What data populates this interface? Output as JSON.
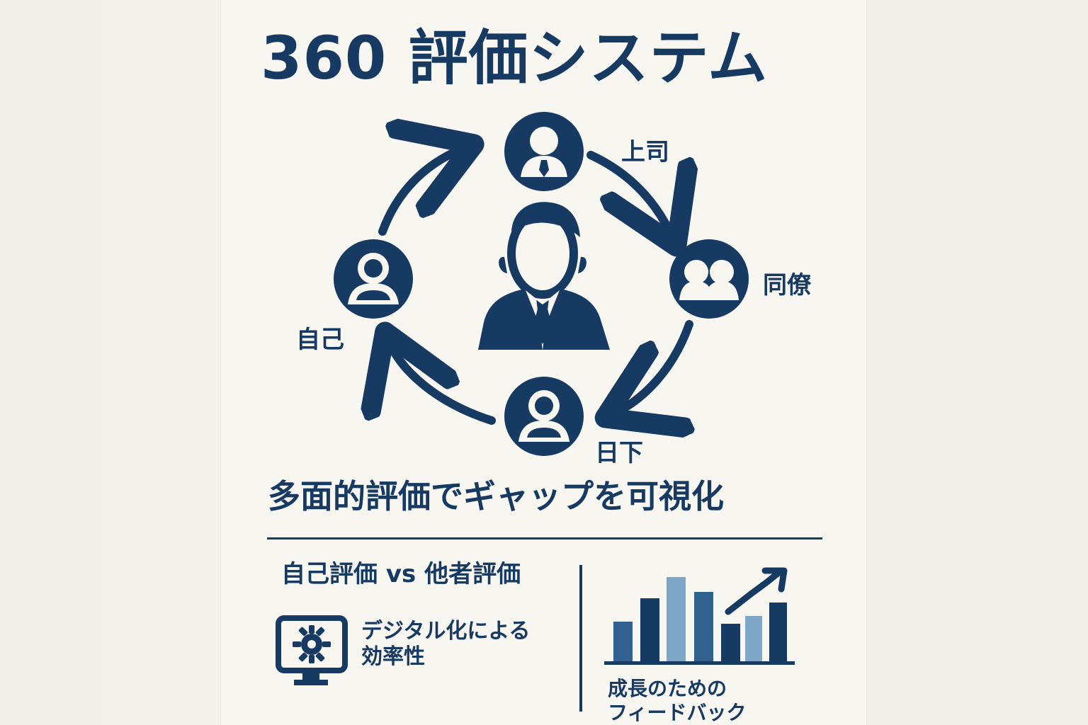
{
  "title": "360 評価システム",
  "roles": {
    "boss": "上司",
    "peer": "同僚",
    "self": "自己",
    "subordinate": "日下"
  },
  "subtitle": "多面的評価でギャップを可視化",
  "comparison": "自己評価 vs 他者評価",
  "digital": {
    "line1": "デジタル化による",
    "line2": "効率性"
  },
  "growth": {
    "line1": "成長のための",
    "line2": "フィードバック"
  },
  "colors": {
    "navy": "#173a63",
    "mid_blue": "#31628f",
    "light_blue": "#7ea6c6",
    "paper": "#f8f6f1"
  },
  "icons": {
    "center": "businessman-icon",
    "boss": "manager-icon",
    "peer": "group-icon",
    "self": "user-icon",
    "subordinate": "user-icon",
    "digital": "monitor-gear-icon",
    "growth": "bar-chart-trend-icon"
  }
}
